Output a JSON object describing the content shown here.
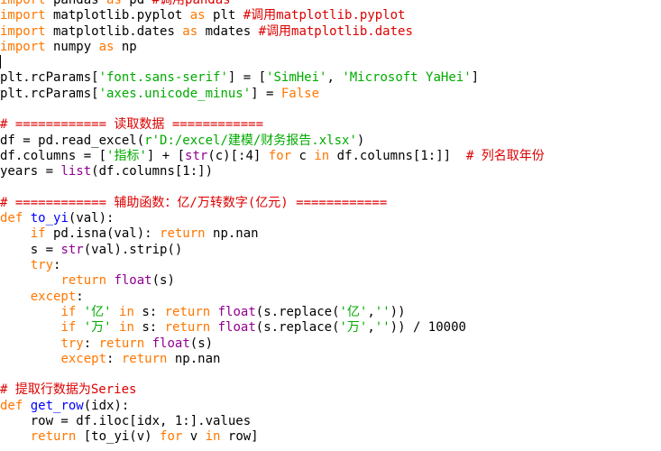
{
  "code": {
    "lines": [
      [
        {
          "t": "import",
          "c": "kw"
        },
        {
          "t": " pandas ",
          "c": ""
        },
        {
          "t": "as",
          "c": "kw"
        },
        {
          "t": " pd ",
          "c": ""
        },
        {
          "t": "#调用pandas",
          "c": "cm"
        }
      ],
      [
        {
          "t": "import",
          "c": "kw"
        },
        {
          "t": " matplotlib.pyplot ",
          "c": ""
        },
        {
          "t": "as",
          "c": "kw"
        },
        {
          "t": " plt ",
          "c": ""
        },
        {
          "t": "#调用matplotlib.pyplot",
          "c": "cm"
        }
      ],
      [
        {
          "t": "import",
          "c": "kw"
        },
        {
          "t": " matplotlib.dates ",
          "c": ""
        },
        {
          "t": "as",
          "c": "kw"
        },
        {
          "t": " mdates ",
          "c": ""
        },
        {
          "t": "#调用matplotlib.dates",
          "c": "cm"
        }
      ],
      [
        {
          "t": "import",
          "c": "kw"
        },
        {
          "t": " numpy ",
          "c": ""
        },
        {
          "t": "as",
          "c": "kw"
        },
        {
          "t": " np",
          "c": ""
        }
      ],
      [],
      [
        {
          "t": "plt.rcParams[",
          "c": ""
        },
        {
          "t": "'font.sans-serif'",
          "c": "str"
        },
        {
          "t": "] = [",
          "c": ""
        },
        {
          "t": "'SimHei'",
          "c": "str"
        },
        {
          "t": ", ",
          "c": ""
        },
        {
          "t": "'Microsoft YaHei'",
          "c": "str"
        },
        {
          "t": "]",
          "c": ""
        }
      ],
      [
        {
          "t": "plt.rcParams[",
          "c": ""
        },
        {
          "t": "'axes.unicode_minus'",
          "c": "str"
        },
        {
          "t": "] = ",
          "c": ""
        },
        {
          "t": "False",
          "c": "kw"
        }
      ],
      [],
      [
        {
          "t": "# ============ 读取数据 ============",
          "c": "cm"
        }
      ],
      [
        {
          "t": "df = pd.read_excel(",
          "c": ""
        },
        {
          "t": "r'D:/excel/建模/财务报告.xlsx'",
          "c": "str"
        },
        {
          "t": ")",
          "c": ""
        }
      ],
      [
        {
          "t": "df.columns = [",
          "c": ""
        },
        {
          "t": "'指标'",
          "c": "str"
        },
        {
          "t": "] + [",
          "c": ""
        },
        {
          "t": "str",
          "c": "bi"
        },
        {
          "t": "(c)[:4] ",
          "c": ""
        },
        {
          "t": "for",
          "c": "kw"
        },
        {
          "t": " c ",
          "c": ""
        },
        {
          "t": "in",
          "c": "kw"
        },
        {
          "t": " df.columns[1:]]  ",
          "c": ""
        },
        {
          "t": "# 列名取年份",
          "c": "cm"
        }
      ],
      [
        {
          "t": "years = ",
          "c": ""
        },
        {
          "t": "list",
          "c": "bi"
        },
        {
          "t": "(df.columns[1:])",
          "c": ""
        }
      ],
      [],
      [
        {
          "t": "# ============ 辅助函数：亿/万转数字(亿元) ============",
          "c": "cm"
        }
      ],
      [
        {
          "t": "def",
          "c": "kw"
        },
        {
          "t": " ",
          "c": ""
        },
        {
          "t": "to_yi",
          "c": "fn"
        },
        {
          "t": "(val):",
          "c": ""
        }
      ],
      [
        {
          "t": "    ",
          "c": ""
        },
        {
          "t": "if",
          "c": "kw"
        },
        {
          "t": " pd.isna(val): ",
          "c": ""
        },
        {
          "t": "return",
          "c": "kw"
        },
        {
          "t": " np.nan",
          "c": ""
        }
      ],
      [
        {
          "t": "    s = ",
          "c": ""
        },
        {
          "t": "str",
          "c": "bi"
        },
        {
          "t": "(val).strip()",
          "c": ""
        }
      ],
      [
        {
          "t": "    ",
          "c": ""
        },
        {
          "t": "try",
          "c": "kw"
        },
        {
          "t": ":",
          "c": ""
        }
      ],
      [
        {
          "t": "        ",
          "c": ""
        },
        {
          "t": "return",
          "c": "kw"
        },
        {
          "t": " ",
          "c": ""
        },
        {
          "t": "float",
          "c": "bi"
        },
        {
          "t": "(s)",
          "c": ""
        }
      ],
      [
        {
          "t": "    ",
          "c": ""
        },
        {
          "t": "except",
          "c": "kw"
        },
        {
          "t": ":",
          "c": ""
        }
      ],
      [
        {
          "t": "        ",
          "c": ""
        },
        {
          "t": "if",
          "c": "kw"
        },
        {
          "t": " ",
          "c": ""
        },
        {
          "t": "'亿'",
          "c": "str"
        },
        {
          "t": " ",
          "c": ""
        },
        {
          "t": "in",
          "c": "kw"
        },
        {
          "t": " s: ",
          "c": ""
        },
        {
          "t": "return",
          "c": "kw"
        },
        {
          "t": " ",
          "c": ""
        },
        {
          "t": "float",
          "c": "bi"
        },
        {
          "t": "(s.replace(",
          "c": ""
        },
        {
          "t": "'亿'",
          "c": "str"
        },
        {
          "t": ",",
          "c": ""
        },
        {
          "t": "''",
          "c": "str"
        },
        {
          "t": "))",
          "c": ""
        }
      ],
      [
        {
          "t": "        ",
          "c": ""
        },
        {
          "t": "if",
          "c": "kw"
        },
        {
          "t": " ",
          "c": ""
        },
        {
          "t": "'万'",
          "c": "str"
        },
        {
          "t": " ",
          "c": ""
        },
        {
          "t": "in",
          "c": "kw"
        },
        {
          "t": " s: ",
          "c": ""
        },
        {
          "t": "return",
          "c": "kw"
        },
        {
          "t": " ",
          "c": ""
        },
        {
          "t": "float",
          "c": "bi"
        },
        {
          "t": "(s.replace(",
          "c": ""
        },
        {
          "t": "'万'",
          "c": "str"
        },
        {
          "t": ",",
          "c": ""
        },
        {
          "t": "''",
          "c": "str"
        },
        {
          "t": ")) / 10000",
          "c": ""
        }
      ],
      [
        {
          "t": "        ",
          "c": ""
        },
        {
          "t": "try",
          "c": "kw"
        },
        {
          "t": ": ",
          "c": ""
        },
        {
          "t": "return",
          "c": "kw"
        },
        {
          "t": " ",
          "c": ""
        },
        {
          "t": "float",
          "c": "bi"
        },
        {
          "t": "(s)",
          "c": ""
        }
      ],
      [
        {
          "t": "        ",
          "c": ""
        },
        {
          "t": "except",
          "c": "kw"
        },
        {
          "t": ": ",
          "c": ""
        },
        {
          "t": "return",
          "c": "kw"
        },
        {
          "t": " np.nan",
          "c": ""
        }
      ],
      [],
      [
        {
          "t": "# 提取行数据为Series",
          "c": "cm"
        }
      ],
      [
        {
          "t": "def",
          "c": "kw"
        },
        {
          "t": " ",
          "c": ""
        },
        {
          "t": "get_row",
          "c": "fn"
        },
        {
          "t": "(idx):",
          "c": ""
        }
      ],
      [
        {
          "t": "    row = df.iloc[idx, 1:].values",
          "c": ""
        }
      ],
      [
        {
          "t": "    ",
          "c": ""
        },
        {
          "t": "return",
          "c": "kw"
        },
        {
          "t": " [to_yi(v) ",
          "c": ""
        },
        {
          "t": "for",
          "c": "kw"
        },
        {
          "t": " v ",
          "c": ""
        },
        {
          "t": "in",
          "c": "kw"
        },
        {
          "t": " row]",
          "c": ""
        }
      ]
    ],
    "cursor_line": 4
  },
  "colors": {
    "keyword": "#ff7700",
    "function_name": "#0000ff",
    "builtin": "#900090",
    "string": "#00aa00",
    "comment": "#dd0000",
    "text": "#000000",
    "background": "#ffffff"
  }
}
